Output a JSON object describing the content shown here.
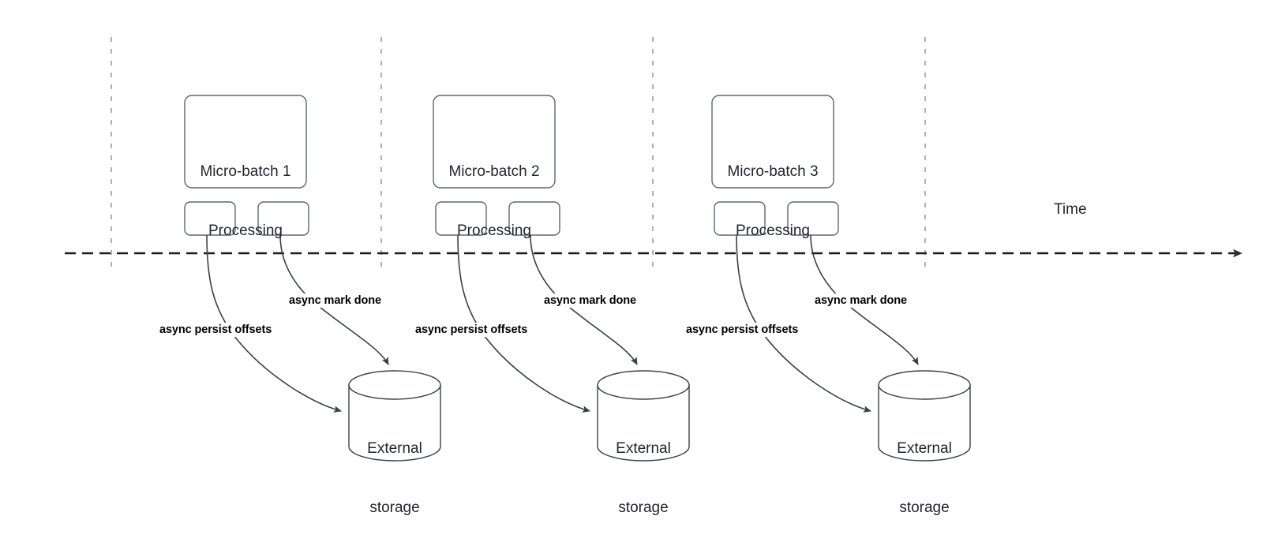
{
  "diagram": {
    "title": "Micro-batch async offset persistence timeline",
    "colors": {
      "shape_stroke": "#5f6571",
      "shape_fill": "#ffffff",
      "text": "#1f2430",
      "edge_stroke": "#3b4049",
      "timeline_stroke": "#1a1a1a",
      "tick_stroke": "#b0b0b4"
    },
    "timeline": {
      "axis_label": "Time",
      "dash": "14 8"
    },
    "groups": [
      {
        "batch_label_line1": "Micro-batch 1",
        "batch_label_line2": "Processing",
        "storage_label_line1": "External",
        "storage_label_line2": "storage",
        "edge_persist_label": "async persist offsets",
        "edge_mark_label": "async mark done"
      },
      {
        "batch_label_line1": "Micro-batch 2",
        "batch_label_line2": "Processing",
        "storage_label_line1": "External",
        "storage_label_line2": "storage",
        "edge_persist_label": "async persist offsets",
        "edge_mark_label": "async mark done"
      },
      {
        "batch_label_line1": "Micro-batch 3",
        "batch_label_line2": "Processing",
        "storage_label_line1": "External",
        "storage_label_line2": "storage",
        "edge_persist_label": "async persist offsets",
        "edge_mark_label": "async mark done"
      }
    ]
  }
}
